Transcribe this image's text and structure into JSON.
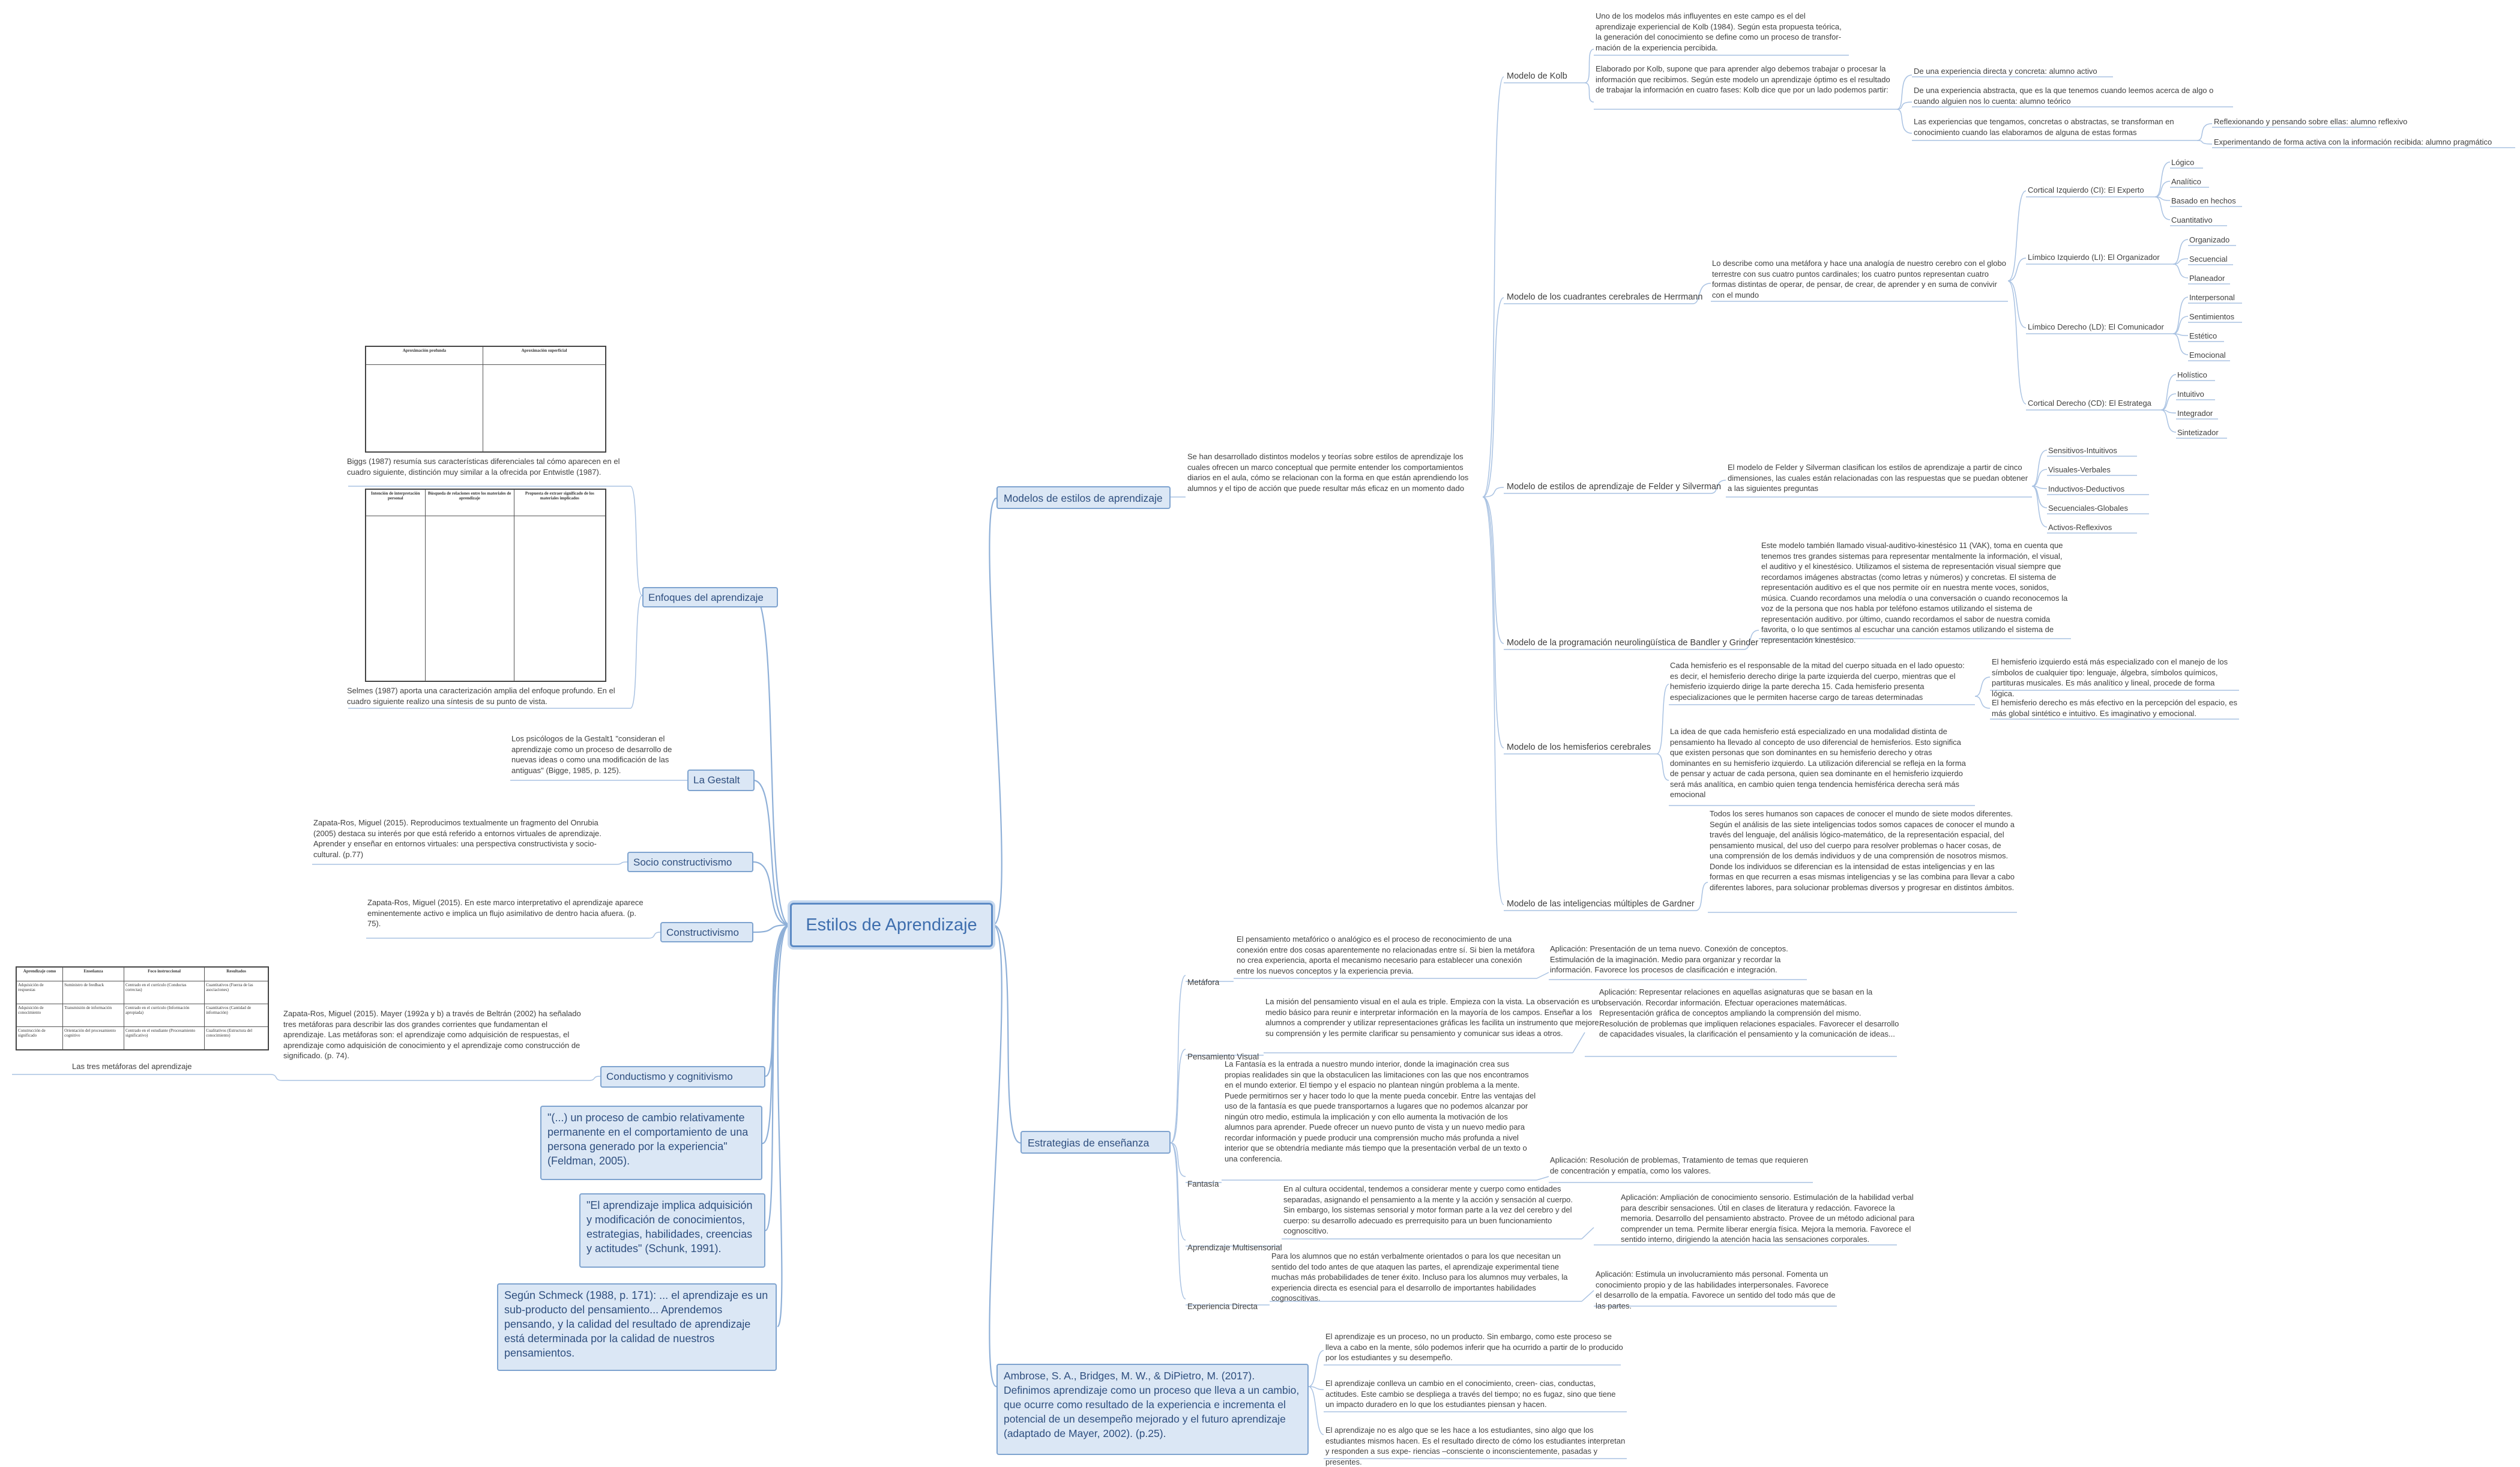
{
  "center": "Estilos de Aprendizaje",
  "left": {
    "enfoques": {
      "label": "Enfoques del aprendizaje",
      "biggs_caption": "Biggs (1987) resumía sus características diferenciales tal cómo aparecen en el cuadro siguiente, distinción muy similar a la ofrecida por Entwistle (1987).",
      "selmes_caption": "Selmes (1987) aporta una caracterización amplia del enfoque profundo. En el cuadro siguiente realizo una síntesis de su punto de vista.",
      "table1_h1": "Aproximación profunda",
      "table1_h2": "Aproximación superficial",
      "table2_h1": "Intención de interpretación personal",
      "table2_h2": "Búsqueda de relaciones entre los materiales de aprendizaje",
      "table2_h3": "Propuesta de extraer significado de los materiales implicados"
    },
    "gestalt": {
      "label": "La Gestalt",
      "text": "Los psicólogos de la Gestalt1 \"consideran el aprendizaje como un proceso de desarrollo de nuevas ideas o como una modificación de las antiguas\" (Bigge, 1985, p. 125)."
    },
    "socio": {
      "label": "Socio constructivismo",
      "text": "Zapata-Ros, Miguel (2015). Reproducimos textualmente un fragmento del Onrubia (2005) destaca su interés por que está referido a entornos virtuales de aprendizaje. Aprender y enseñar en entornos virtuales: una perspectiva constructivista y socio-cultural. (p.77)"
    },
    "constructivismo": {
      "label": "Constructivismo",
      "text": "Zapata-Ros, Miguel (2015). En este marco interpretativo el aprendizaje aparece eminentemente activo e implica un flujo asimilativo de dentro hacia afuera. (p. 75)."
    },
    "conductismo": {
      "label": "Conductismo y cognitivismo",
      "text": "Zapata-Ros, Miguel (2015). Mayer (1992a y b) a través de Beltrán (2002) ha señalado tres metáforas para describir las dos grandes corrientes que fundamentan el aprendizaje. Las metáforas son: el aprendizaje como adquisición de respuestas, el aprendizaje como adquisición de conocimiento y el aprendizaje como construcción de significado. (p. 74).",
      "table_caption": "Las tres metáforas del aprendizaje",
      "table_head": [
        "Aprendizaje como",
        "Enseñanza",
        "Foco instruccional",
        "Resultados"
      ],
      "table_rows": [
        [
          "Adquisición de respuestas",
          "Suministro de feedback",
          "Centrado en el currículo (Conductas correctas)",
          "Cuantitativos (Fuerza de las asociaciones)"
        ],
        [
          "Adquisición de conocimiento",
          "Transmisión de información",
          "Centrado en el currículo (Información apropiada)",
          "Cuantitativos (Cantidad de información)"
        ],
        [
          "Construcción de significado",
          "Orientación del procesamiento cognitivo",
          "Centrado en el estudiante (Procesamiento significativo)",
          "Cualitativos (Estructura del conocimiento)"
        ]
      ]
    },
    "quote1": "\"(...) un proceso de cambio relativamente permanente en el comportamiento de una persona generado por la experiencia\" (Feldman, 2005).",
    "quote2": "\"El aprendizaje implica adquisición y modificación de conocimientos, estrategias, habilidades, creencias y actitudes\" (Schunk, 1991).",
    "quote3": "Según Schmeck (1988, p. 171): ... el aprendizaje es un sub-producto del pensamiento... Aprendemos pensando, y la calidad del resultado de aprendizaje está determinada por la calidad de nuestros pensamientos."
  },
  "right": {
    "modelos": {
      "label": "Modelos de estilos de aprendizaje",
      "desc": "Se han desarrollado distintos modelos y teorías sobre estilos de aprendizaje los cuales ofrecen un marco conceptual que permite entender los comportamientos diarios en el aula, cómo se relacionan con la forma en que están aprendiendo los alumnos y el tipo de acción que puede resultar más eficaz en un momento dado",
      "kolb": {
        "label": "Modelo de Kolb",
        "t1": "Uno de los modelos más influyentes en este campo es el del aprendizaje experiencial de Kolb (1984). Según esta propuesta teórica, la generación del conocimiento se define como un proceso de transfor- mación de la experiencia percibida.",
        "t2": "Elaborado por Kolb, supone que para aprender algo debemos trabajar o procesar la información que recibimos. Según este modelo un aprendizaje óptimo es el resultado de trabajar la información en cuatro fases: Kolb dice que por un lado podemos partir:",
        "s1": "De una experiencia directa y concreta: alumno activo",
        "s2": "De una experiencia abstracta, que es la que tenemos cuando leemos acerca de algo o cuando alguien nos lo cuenta: alumno teórico",
        "s3": "Las experiencias que tengamos, concretas o abstractas, se transforman en conocimiento cuando las elaboramos de alguna de estas formas",
        "s3a": "Reflexionando y pensando sobre ellas: alumno reflexivo",
        "s3b": "Experimentando de forma activa con la información recibida: alumno pragmático"
      },
      "hermann": {
        "label": "Modelo de los cuadrantes cerebrales de Herrmann",
        "desc": "Lo describe como una metáfora y hace una analogía de nuestro cerebro con el globo terrestre con sus cuatro puntos cardinales; los cuatro puntos representan cuatro formas distintas de operar, de pensar, de crear, de aprender y en suma de convivir con el mundo",
        "quads": [
          {
            "name": "Cortical Izquierdo (CI): El Experto",
            "items": [
              "Lógico",
              "Analítico",
              "Basado en hechos",
              "Cuantitativo"
            ]
          },
          {
            "name": "Límbico Izquierdo (LI): El Organizador",
            "items": [
              "Organizado",
              "Secuencial",
              "Planeador"
            ]
          },
          {
            "name": "Límbico Derecho (LD): El Comunicador",
            "items": [
              "Interpersonal",
              "Sentimientos",
              "Estético",
              "Emocional"
            ]
          },
          {
            "name": "Cortical Derecho (CD): El Estratega",
            "items": [
              "Holístico",
              "Intuitivo",
              "Integrador",
              "Sintetizador"
            ]
          }
        ]
      },
      "felder": {
        "label": "Modelo de estilos de aprendizaje de Felder y Silverman",
        "desc": "El modelo de Felder y Silverman clasifican los estilos de aprendizaje a partir de cinco dimensiones, las cuales están relacionadas con las respuestas que se puedan obtener a las siguientes preguntas",
        "items": [
          "Sensitivos-Intuitivos",
          "Visuales-Verbales",
          "Inductivos-Deductivos",
          "Secuenciales-Globales",
          "Activos-Reflexivos"
        ]
      },
      "pnl": {
        "label": "Modelo de la programación neurolingüística de Bandler y Grinder",
        "desc": "Este modelo también llamado visual-auditivo-kinestésico 11 (VAK), toma en cuenta que tenemos tres grandes sistemas para representar mentalmente la información, el visual, el auditivo y el kinestésico. Utilizamos el sistema de representación visual siempre que recordamos imágenes abstractas (como letras y números) y concretas. El sistema de representación auditivo es el que nos permite oír en nuestra mente voces, sonidos, música. Cuando recordamos una melodía o una conversación o cuando reconocemos la voz de la persona que nos habla por teléfono estamos utilizando el sistema de representación auditivo. por último, cuando recordamos el sabor de nuestra comida favorita, o lo que sentimos al escuchar una canción estamos utilizando el sistema de representación kinestésico."
      },
      "hemisferios": {
        "label": "Modelo de los hemisferios cerebrales",
        "t1": "Cada hemisferio es el responsable de la mitad del cuerpo situada en el lado opuesto: es decir, el hemisferio derecho dirige la parte izquierda del cuerpo, mientras que el hemisferio izquierdo dirige la parte derecha 15. Cada hemisferio presenta especializaciones que le permiten hacerse cargo de tareas determinadas",
        "t1a": "El hemisferio izquierdo está más especializado con el manejo de los símbolos de cualquier tipo: lenguaje, álgebra, símbolos químicos, partituras musicales. Es más analítico y lineal, procede de forma lógica.",
        "t1b": "El hemisferio derecho es más efectivo en la percepción del espacio, es más global sintético e intuitivo. Es imaginativo y emocional.",
        "t2": "La idea de que cada hemisferio está especializado en una modalidad distinta de pensamiento ha llevado al concepto de uso diferencial de hemisferios. Esto significa que existen personas que son dominantes en su hemisferio derecho y otras dominantes en su hemisferio izquierdo. La utilización diferencial se refleja en la forma de pensar y actuar de cada persona, quien sea dominante en el hemisferio izquierdo será más analítica, en cambio quien tenga tendencia hemisférica derecha será más emocional"
      },
      "gardner": {
        "label": "Modelo de las inteligencias múltiples de Gardner",
        "desc": "Todos los seres humanos son capaces de conocer el mundo de siete modos diferentes. Según el análisis de las siete inteligencias todos somos capaces de conocer el mundo a través del lenguaje, del análisis lógico-matemático, de la representación espacial, del pensamiento musical, del uso del cuerpo para resolver problemas o hacer cosas, de una comprensión de los demás individuos y de una comprensión de nosotros mismos. Donde los individuos se diferencian es la intensidad de estas inteligencias y en las formas en que recurren a esas mismas inteligencias y se las combina para llevar a cabo diferentes labores, para solucionar problemas diversos y progresar en distintos ámbitos."
      }
    },
    "estrategias": {
      "label": "Estrategias de enseñanza",
      "items": [
        {
          "name": "Metáfora",
          "desc": "El pensamiento metafórico o analógico es el proceso de reconocimiento de una conexión entre dos cosas aparentemente no relacionadas entre sí. Si bien la metáfora no crea experiencia, aporta el mecanismo necesario para establecer una conexión entre los nuevos conceptos y la experiencia previa.",
          "app": "Aplicación: Presentación de un tema nuevo. Conexión de conceptos. Estimulación de la imaginación. Medio para organizar y recordar la información. Favorece los procesos de clasificación e integración."
        },
        {
          "name": "Pensamiento Visual",
          "desc": "La misión del pensamiento visual en el aula es triple. Empieza con la vista. La observación es un medio básico para reunir e interpretar información en la mayoría de los campos. Enseñar a los alumnos a comprender y utilizar representaciones gráficas les facilita un instrumento que mejore su comprensión y les permite clarificar su pensamiento y comunicar sus ideas a otros.",
          "app": "Aplicación: Representar relaciones en aquellas asignaturas que se basan en la observación. Recordar información. Efectuar operaciones matemáticas. Representación gráfica de conceptos ampliando la comprensión del mismo. Resolución de problemas que impliquen relaciones espaciales. Favorecer el desarrollo de capacidades visuales, la clarificación el pensamiento y la comunicación de ideas..."
        },
        {
          "name": "Fantasía",
          "desc": "La Fantasía es la entrada a nuestro mundo interior, donde la imaginación crea sus propias realidades sin que la obstaculicen las limitaciones con las que nos encontramos en el mundo exterior. El tiempo y el espacio no plantean ningún problema a la mente. Puede permitirnos ser y hacer todo lo que la mente pueda concebir. Entre las ventajas del uso de la fantasía es que puede transportarnos a lugares que no podemos alcanzar por ningún otro medio, estimula la implicación y con ello aumenta la motivación de los alumnos para aprender. Puede ofrecer un nuevo punto de vista y un nuevo medio para recordar información y puede producir una comprensión mucho más profunda a nivel interior que se obtendría mediante más tiempo que la presentación verbal de un texto o una conferencia.",
          "app": "Aplicación: Resolución de problemas, Tratamiento de temas que requieren de concentración y empatía, como los valores."
        },
        {
          "name": "Aprendizaje Multisensorial",
          "desc": "En al cultura occidental, tendemos a considerar mente y cuerpo como entidades separadas, asignando el pensamiento a la mente y la acción y sensación al cuerpo. Sin embargo, los sistemas sensorial y motor forman parte a la vez del cerebro y del cuerpo: su desarrollo adecuado es prerrequisito para un buen funcionamiento cognoscitivo.",
          "app": "Aplicación: Ampliación de conocimiento sensorio. Estimulación de la habilidad verbal para describir sensaciones. Útil en clases de literatura y redacción. Favorece la memoria. Desarrollo del pensamiento abstracto. Provee de un método adicional para comprender un tema. Permite liberar energía física. Mejora la memoria. Favorece el sentido interno, dirigiendo la atención hacia las sensaciones corporales."
        },
        {
          "name": "Experiencia Directa",
          "desc": "Para los alumnos que no están verbalmente orientados o para los que necesitan un sentido del todo antes de que ataquen las partes, el aprendizaje experimental tiene muchas más probabilidades de tener éxito. Incluso para los alumnos muy verbales, la experiencia directa es esencial para el desarrollo de importantes habilidades cognoscitivas.",
          "app": "Aplicación: Estimula un involucramiento más personal. Fomenta un conocimiento propio y de las habilidades interpersonales. Favorece el desarrollo de la empatía. Favorece un sentido del todo más que de las partes."
        }
      ]
    },
    "ambrose": {
      "label": "Ambrose, S. A., Bridges, M. W., & DiPietro, M. (2017). Definimos aprendizaje como un proceso que lleva a un cambio, que ocurre como resultado de la experiencia e incrementa el potencial de un desempeño mejorado y el futuro aprendizaje (adaptado de Mayer, 2002). (p.25).",
      "items": [
        "El aprendizaje es un proceso, no un producto. Sin embargo, como este proceso se lleva a cabo en la mente, sólo podemos inferir que ha ocurrido a partir de lo producido por los estudiantes y su desempeño.",
        "El aprendizaje conlleva un cambio en el conocimiento, creen- cias, conductas, actitudes. Este cambio se despliega a través del tiempo; no es fugaz, sino que tiene un impacto duradero en lo que los estudiantes piensan y hacen.",
        "El aprendizaje no es algo que se les hace a los estudiantes, sino algo que los estudiantes mismos hacen. Es el resultado directo de cómo los estudiantes interpretan y responden a sus expe- riencias –consciente o inconscientemente, pasadas y presentes."
      ]
    }
  }
}
